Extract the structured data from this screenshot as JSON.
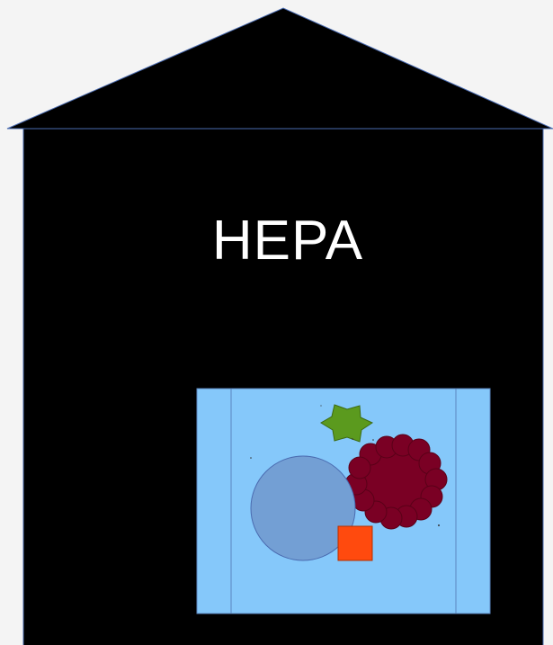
{
  "diagram": {
    "title": "HEPA",
    "colors": {
      "background": "#f4f4f4",
      "house": "#000000",
      "house_outline": "#4a6bb0",
      "filter": "#85c8fa",
      "filter_outline": "#5b86c0",
      "virus_particle": "#5b9a1e",
      "bacteria_cluster": "#7a0024",
      "dust_particle": "#739fd4",
      "pollen_particle": "#ff4a0e",
      "title_text": "#ffffff"
    },
    "parts": {
      "house": "house-shape",
      "filter": "hepa-filter-panel",
      "particles": [
        "star-particle",
        "cluster-particle",
        "round-particle",
        "square-particle"
      ]
    }
  }
}
